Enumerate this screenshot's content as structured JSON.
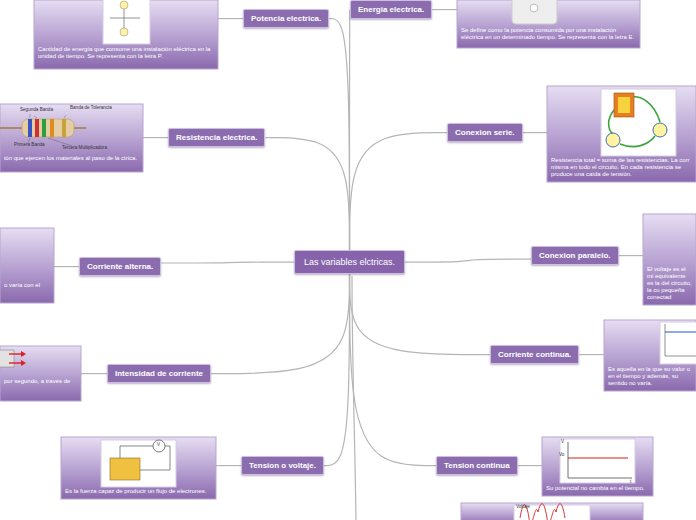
{
  "diagram": {
    "nodes": [
      {
        "text": [
          "Las variables elctricas."
        ]
      },
      {
        "text": [
          "Potencia electrica."
        ]
      },
      {
        "text": [
          "Cantidad de energía que consume una instalación eléctrica en la unidad de tiempo. Se representa con la letra P."
        ]
      },
      {
        "text": [
          "Energia electrica."
        ]
      },
      {
        "text": [
          "Se define como la potencia consumida por una instalación eléctrica en un determinado tiempo. Se representa con la letra E."
        ]
      },
      {
        "text": [
          "Resistencia electrica."
        ]
      },
      {
        "text": [
          "ión que ejercen los materiales al paso de la ctrica."
        ]
      },
      {
        "text": [
          "Conexion serie."
        ]
      },
      {
        "text": [
          "Resistencia total = suma de las resistencias. La corr misma en todo el circuito. En cada resistencia se produce una caída de tensión."
        ]
      },
      {
        "text": [
          "Corriente alterna."
        ]
      },
      {
        "text": [
          "o varía con el"
        ]
      },
      {
        "text": [
          "Conexion paralelo."
        ]
      },
      {
        "text": [
          "El voltaje es el mi equivalente es la del circuito, la cu pequeña conectad"
        ]
      },
      {
        "text": [
          "Intensidad de corriente"
        ]
      },
      {
        "text": [
          "por segundo, a través de"
        ]
      },
      {
        "text": [
          "Corriente continua."
        ]
      },
      {
        "text": [
          "Es aquella en la que su valor o en el tiempo y además, su sentido no varía."
        ]
      },
      {
        "text": [
          "Tension o voltaje."
        ]
      },
      {
        "text": [
          "Es la fuerza capaz de producir un flujo de electrones."
        ]
      },
      {
        "text": [
          "Tension continua"
        ]
      },
      {
        "text": [
          "Su potencial no cambia en el tiempo."
        ]
      }
    ],
    "edges": [
      {
        "from": 0,
        "to": 1,
        "arrow": "none"
      },
      {
        "from": 0,
        "to": 3,
        "arrow": "none"
      },
      {
        "from": 0,
        "to": 5,
        "arrow": "none"
      },
      {
        "from": 0,
        "to": 7,
        "arrow": "none"
      },
      {
        "from": 0,
        "to": 9,
        "arrow": "none"
      },
      {
        "from": 0,
        "to": 11,
        "arrow": "none"
      },
      {
        "from": 0,
        "to": 13,
        "arrow": "none"
      },
      {
        "from": 0,
        "to": 15,
        "arrow": "none"
      },
      {
        "from": 0,
        "to": 17,
        "arrow": "none"
      },
      {
        "from": 0,
        "to": 19,
        "arrow": "none"
      },
      {
        "from": 1,
        "to": 2,
        "arrow": "none"
      },
      {
        "from": 3,
        "to": 4,
        "arrow": "none"
      },
      {
        "from": 5,
        "to": 6,
        "arrow": "none"
      },
      {
        "from": 7,
        "to": 8,
        "arrow": "none"
      },
      {
        "from": 9,
        "to": 10,
        "arrow": "none"
      },
      {
        "from": 11,
        "to": 12,
        "arrow": "none"
      },
      {
        "from": 13,
        "to": 14,
        "arrow": "none"
      },
      {
        "from": 15,
        "to": 16,
        "arrow": "none"
      },
      {
        "from": 17,
        "to": 18,
        "arrow": "none"
      },
      {
        "from": 19,
        "to": 20,
        "arrow": "none"
      }
    ],
    "labels": [
      "Segunda Banda",
      "Banda de Tolerancia",
      "Primera Banda",
      "Tercera Multiplicadora",
      "V",
      "V",
      "Vo",
      "t",
      "Voltaje"
    ]
  }
}
